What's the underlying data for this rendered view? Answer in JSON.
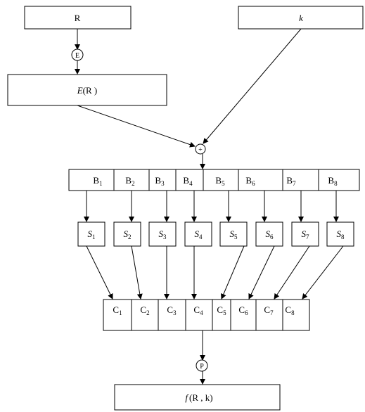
{
  "input_r": "R",
  "input_k": "k",
  "expansion_symbol": "E",
  "expanded_label": {
    "fn": "E",
    "arg": "(R )"
  },
  "xor_symbol": "+",
  "blocks_b": [
    {
      "base": "B",
      "sub": "1"
    },
    {
      "base": "B",
      "sub": "2"
    },
    {
      "base": "B",
      "sub": "3"
    },
    {
      "base": "B",
      "sub": "4"
    },
    {
      "base": "B",
      "sub": "5"
    },
    {
      "base": "B",
      "sub": "6"
    },
    {
      "base": "B",
      "sub": "7"
    },
    {
      "base": "B",
      "sub": "8"
    }
  ],
  "sboxes": [
    {
      "base": "S",
      "sub": "1"
    },
    {
      "base": "S",
      "sub": "2"
    },
    {
      "base": "S",
      "sub": "3"
    },
    {
      "base": "S",
      "sub": "4"
    },
    {
      "base": "S",
      "sub": "5"
    },
    {
      "base": "S",
      "sub": "6"
    },
    {
      "base": "S",
      "sub": "7"
    },
    {
      "base": "S",
      "sub": "8"
    }
  ],
  "blocks_c": [
    {
      "base": "C",
      "sub": "1"
    },
    {
      "base": "C",
      "sub": "2"
    },
    {
      "base": "C",
      "sub": "3"
    },
    {
      "base": "C",
      "sub": "4"
    },
    {
      "base": "C",
      "sub": "5"
    },
    {
      "base": "C",
      "sub": "6"
    },
    {
      "base": "C",
      "sub": "7"
    },
    {
      "base": "C",
      "sub": "8"
    }
  ],
  "permutation_symbol": "P",
  "output_label": {
    "fn": "f",
    "arg": "(R , k)"
  }
}
